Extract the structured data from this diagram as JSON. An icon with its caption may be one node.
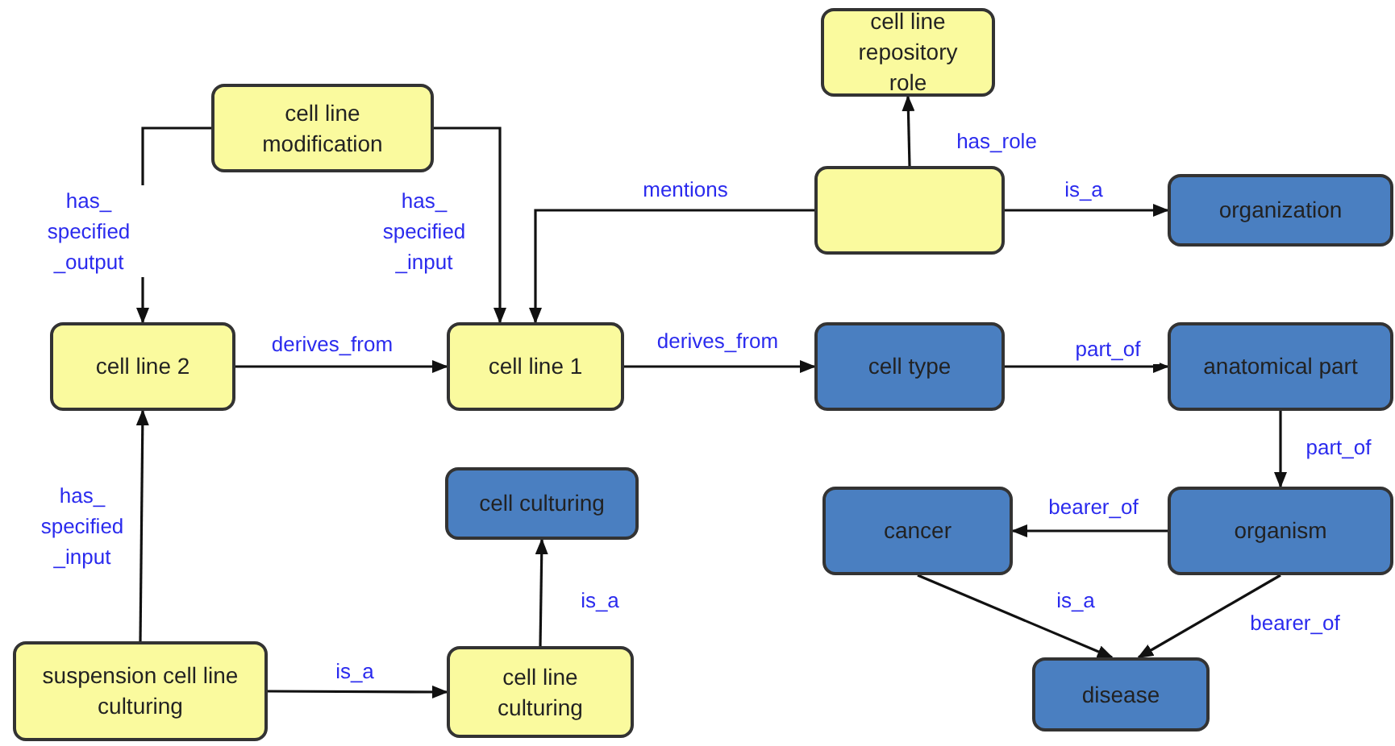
{
  "diagram": {
    "nodes": [
      {
        "text": [
          "cell line repository role"
        ]
      },
      {
        "text": [],
        "shape": "box"
      },
      {
        "text": [
          "cell line modification"
        ]
      },
      {
        "text": [
          "organization"
        ]
      },
      {
        "text": [
          "cell line 2"
        ]
      },
      {
        "text": [
          "cell line 1"
        ]
      },
      {
        "text": [
          "cell type"
        ]
      },
      {
        "text": [
          "anatomical part"
        ]
      },
      {
        "text": [
          "cell culturing"
        ]
      },
      {
        "text": [
          "cancer"
        ]
      },
      {
        "text": [
          "organism"
        ]
      },
      {
        "text": [
          "suspension cell line culturing"
        ]
      },
      {
        "text": [
          "cell line culturing"
        ]
      },
      {
        "text": [
          "disease"
        ]
      }
    ],
    "edges": [
      {
        "from": 1,
        "to": 0,
        "arrow": "to",
        "label": "has_role"
      },
      {
        "from": 1,
        "to": 3,
        "arrow": "to",
        "label": "is_a"
      },
      {
        "from": 1,
        "to": 5,
        "arrow": "to",
        "label": "mentions"
      },
      {
        "from": 2,
        "to": 4,
        "arrow": "to",
        "label": "has_ specified _output"
      },
      {
        "from": 2,
        "to": 5,
        "arrow": "to",
        "label": "has_ specified _input"
      },
      {
        "from": 4,
        "to": 5,
        "arrow": "to",
        "label": "derives_from"
      },
      {
        "from": 5,
        "to": 6,
        "arrow": "to",
        "label": "derives_from"
      },
      {
        "from": 6,
        "to": 7,
        "arrow": "to",
        "label": "part_of"
      },
      {
        "from": 7,
        "to": 10,
        "arrow": "to",
        "label": "part_of"
      },
      {
        "from": 10,
        "to": 9,
        "arrow": "to",
        "label": "bearer_of"
      },
      {
        "from": 9,
        "to": 13,
        "arrow": "to",
        "label": "is_a"
      },
      {
        "from": 10,
        "to": 13,
        "arrow": "to",
        "label": "bearer_of"
      },
      {
        "from": 11,
        "to": 4,
        "arrow": "to",
        "label": "has_ specified _input"
      },
      {
        "from": 11,
        "to": 12,
        "arrow": "to",
        "label": "is_a"
      },
      {
        "from": 12,
        "to": 8,
        "arrow": "to",
        "label": "is_a"
      }
    ]
  }
}
